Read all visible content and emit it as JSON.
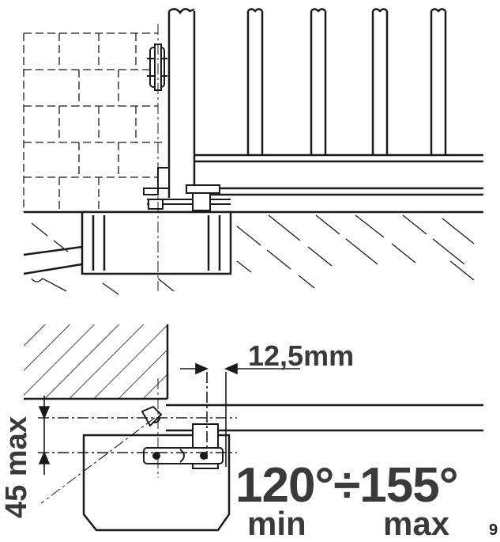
{
  "labels": {
    "dimension_hinge_offset": "12,5mm",
    "dimension_max_height": "45 max",
    "opening_angle_range": "120°÷155°",
    "angle_min_label": "min",
    "angle_max_label": "max",
    "page_number": "9"
  },
  "colors": {
    "line": "#1a1a1a",
    "label_text": "#3a3a3a"
  }
}
